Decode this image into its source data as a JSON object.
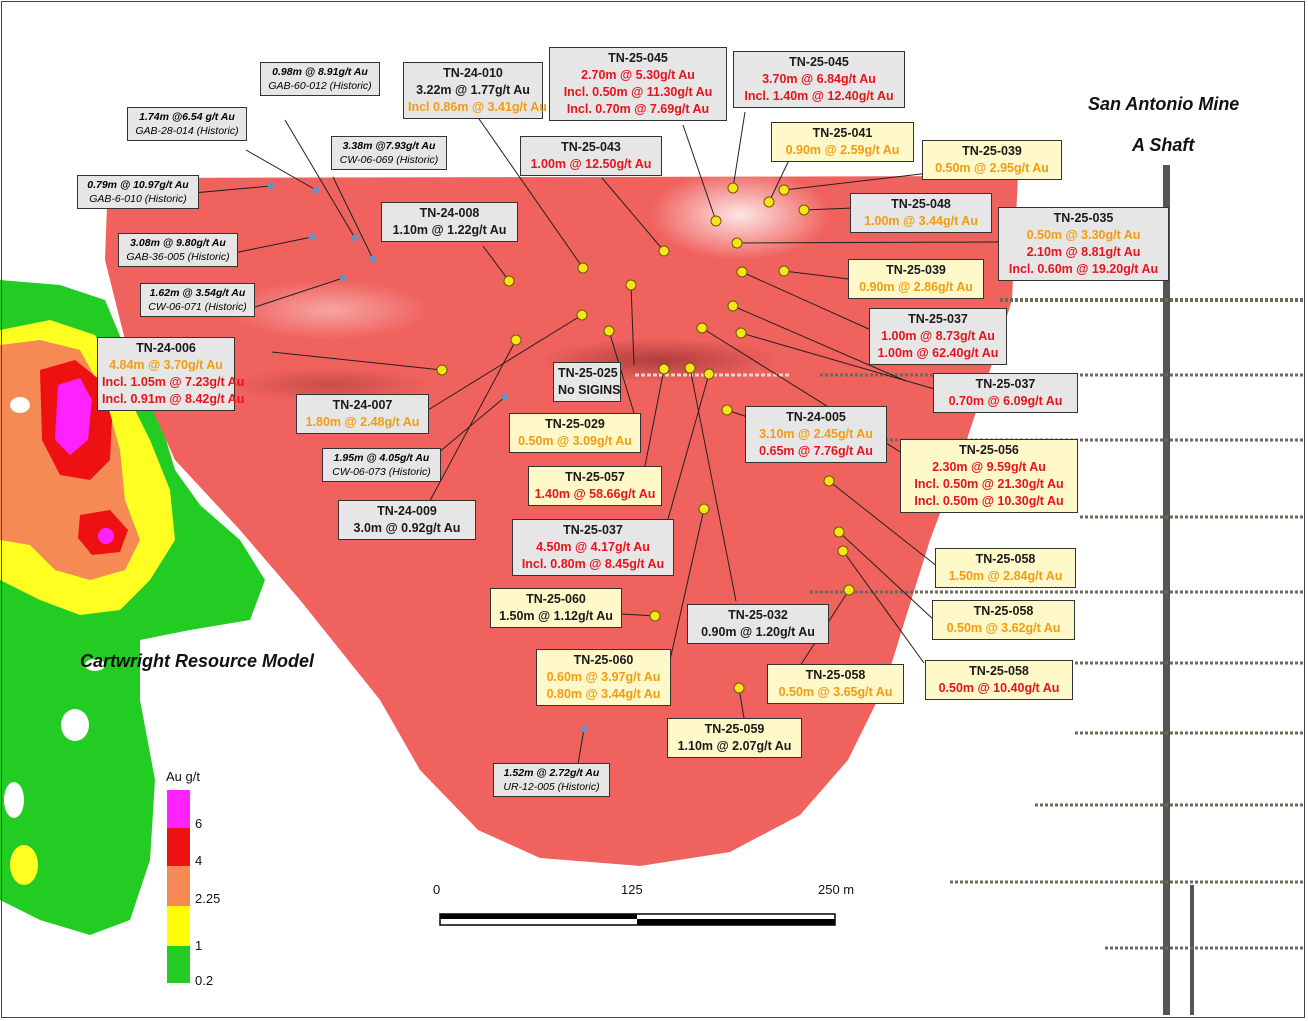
{
  "colors": {
    "shell": "#f0625e",
    "hole_yellow": "#f7e419",
    "hole_blue": "#6a8fc2",
    "label_red": "#e8141b",
    "label_orange": "#f39c12",
    "grey_box": "#e6e6e6",
    "yellow_box": "#fff8c8"
  },
  "titles": {
    "mine_line1": "San Antonio Mine",
    "mine_line2": "A Shaft",
    "resource_model": "Cartwright Resource Model"
  },
  "legend": {
    "title": "Au g/t",
    "stops": [
      {
        "label": "6",
        "color": "#ff22ff"
      },
      {
        "label": "4",
        "color": "#ee1111"
      },
      {
        "label": "2.25",
        "color": "#f68a55"
      },
      {
        "label": "1",
        "color": "#ffff00"
      },
      {
        "label": "0.2",
        "color": "#22cc22"
      }
    ]
  },
  "scale_bar": {
    "ticks": [
      "0",
      "125",
      "250 m"
    ]
  },
  "labels": [
    {
      "style": "hist",
      "lines": [
        {
          "t": "1.74m @6.54 g/t Au"
        },
        {
          "t": "GAB-28-014 (Historic)"
        }
      ]
    },
    {
      "style": "hist",
      "lines": [
        {
          "t": "0.98m @ 8.91g/t Au"
        },
        {
          "t": "GAB-60-012 (Historic)"
        }
      ]
    },
    {
      "style": "grey",
      "lines": [
        {
          "t": "TN-24-010",
          "c": "black"
        },
        {
          "t": "3.22m @ 1.77g/t Au",
          "c": "black"
        },
        {
          "t": "Incl 0.86m @ 3.41g/t Au",
          "c": "orange"
        }
      ]
    },
    {
      "style": "grey",
      "lines": [
        {
          "t": "TN-25-045",
          "c": "black"
        },
        {
          "t": "2.70m @ 5.30g/t Au",
          "c": "red"
        },
        {
          "t": "Incl. 0.50m @ 11.30g/t Au",
          "c": "red"
        },
        {
          "t": "Incl. 0.70m @ 7.69g/t Au",
          "c": "red"
        }
      ]
    },
    {
      "style": "grey",
      "lines": [
        {
          "t": "TN-25-045",
          "c": "black"
        },
        {
          "t": "3.70m @ 6.84g/t Au",
          "c": "red"
        },
        {
          "t": "Incl. 1.40m @ 12.40g/t Au",
          "c": "red"
        }
      ]
    },
    {
      "style": "hist",
      "lines": [
        {
          "t": "3.38m @7.93g/t Au"
        },
        {
          "t": "CW-06-069 (Historic)"
        }
      ]
    },
    {
      "style": "grey",
      "lines": [
        {
          "t": "TN-25-043",
          "c": "black"
        },
        {
          "t": "1.00m @ 12.50g/t Au",
          "c": "red"
        }
      ]
    },
    {
      "style": "yellow",
      "lines": [
        {
          "t": "TN-25-041",
          "c": "black"
        },
        {
          "t": "0.90m @ 2.59g/t Au",
          "c": "orange"
        }
      ]
    },
    {
      "style": "yellow",
      "lines": [
        {
          "t": "TN-25-039",
          "c": "black"
        },
        {
          "t": "0.50m @ 2.95g/t Au",
          "c": "orange"
        }
      ]
    },
    {
      "style": "hist",
      "lines": [
        {
          "t": "0.79m @ 10.97g/t Au"
        },
        {
          "t": "GAB-6-010 (Historic)"
        }
      ]
    },
    {
      "style": "grey",
      "lines": [
        {
          "t": "TN-24-008",
          "c": "black"
        },
        {
          "t": "1.10m @ 1.22g/t Au",
          "c": "black"
        }
      ]
    },
    {
      "style": "grey",
      "lines": [
        {
          "t": "TN-25-048",
          "c": "black"
        },
        {
          "t": "1.00m @ 3.44g/t Au",
          "c": "orange"
        }
      ]
    },
    {
      "style": "grey",
      "lines": [
        {
          "t": "TN-25-035",
          "c": "black"
        },
        {
          "t": "0.50m @ 3.30g/t Au",
          "c": "orange"
        },
        {
          "t": "2.10m @ 8.81g/t Au",
          "c": "red"
        },
        {
          "t": "Incl. 0.60m @ 19.20g/t Au",
          "c": "red"
        }
      ]
    },
    {
      "style": "hist",
      "lines": [
        {
          "t": "3.08m @ 9.80g/t Au"
        },
        {
          "t": "GAB-36-005 (Historic)"
        }
      ]
    },
    {
      "style": "yellow",
      "lines": [
        {
          "t": "TN-25-039",
          "c": "black"
        },
        {
          "t": "0.90m @ 2.86g/t Au",
          "c": "orange"
        }
      ]
    },
    {
      "style": "hist",
      "lines": [
        {
          "t": "1.62m @ 3.54g/t Au"
        },
        {
          "t": "CW-06-071 (Historic)"
        }
      ]
    },
    {
      "style": "grey",
      "lines": [
        {
          "t": "TN-25-037",
          "c": "black"
        },
        {
          "t": "1.00m @ 8.73g/t Au",
          "c": "red"
        },
        {
          "t": "1.00m @ 62.40g/t Au",
          "c": "red"
        }
      ]
    },
    {
      "style": "grey",
      "lines": [
        {
          "t": "TN-24-006",
          "c": "black"
        },
        {
          "t": "4.84m @ 3.70g/t Au",
          "c": "orange"
        },
        {
          "t": "Incl. 1.05m @ 7.23g/t Au",
          "c": "red"
        },
        {
          "t": "Incl. 0.91m @ 8.42g/t Au",
          "c": "red"
        }
      ]
    },
    {
      "style": "grey",
      "lines": [
        {
          "t": "TN-25-025",
          "c": "black"
        },
        {
          "t": "No SIGINS",
          "c": "black"
        }
      ]
    },
    {
      "style": "grey",
      "lines": [
        {
          "t": "TN-25-037",
          "c": "black"
        },
        {
          "t": "0.70m @ 6.09g/t Au",
          "c": "red"
        }
      ]
    },
    {
      "style": "grey",
      "lines": [
        {
          "t": "TN-24-007",
          "c": "black"
        },
        {
          "t": "1.80m @ 2.48g/t Au",
          "c": "orange"
        }
      ]
    },
    {
      "style": "grey",
      "lines": [
        {
          "t": "TN-24-005",
          "c": "black"
        },
        {
          "t": "3.10m @ 2.45g/t Au",
          "c": "orange"
        },
        {
          "t": "0.65m @ 7.76g/t Au",
          "c": "red"
        }
      ]
    },
    {
      "style": "yellow",
      "lines": [
        {
          "t": "TN-25-029",
          "c": "black"
        },
        {
          "t": "0.50m @ 3.09g/t Au",
          "c": "orange"
        }
      ]
    },
    {
      "style": "yellow",
      "lines": [
        {
          "t": "TN-25-056",
          "c": "black"
        },
        {
          "t": "2.30m @ 9.59g/t Au",
          "c": "red"
        },
        {
          "t": "Incl. 0.50m @ 21.30g/t Au",
          "c": "red"
        },
        {
          "t": "Incl. 0.50m @ 10.30g/t Au",
          "c": "red"
        }
      ]
    },
    {
      "style": "hist",
      "lines": [
        {
          "t": "1.95m @ 4.05g/t Au"
        },
        {
          "t": "CW-06-073 (Historic)"
        }
      ]
    },
    {
      "style": "yellow",
      "lines": [
        {
          "t": "TN-25-057",
          "c": "black"
        },
        {
          "t": "1.40m @ 58.66g/t Au",
          "c": "red"
        }
      ]
    },
    {
      "style": "grey",
      "lines": [
        {
          "t": "TN-24-009",
          "c": "black"
        },
        {
          "t": "3.0m @ 0.92g/t Au",
          "c": "black"
        }
      ]
    },
    {
      "style": "grey",
      "lines": [
        {
          "t": "TN-25-037",
          "c": "black"
        },
        {
          "t": "4.50m @ 4.17g/t Au",
          "c": "red"
        },
        {
          "t": "Incl. 0.80m @ 8.45g/t Au",
          "c": "red"
        }
      ]
    },
    {
      "style": "yellow",
      "lines": [
        {
          "t": "TN-25-058",
          "c": "black"
        },
        {
          "t": "1.50m @ 2.84g/t Au",
          "c": "orange"
        }
      ]
    },
    {
      "style": "yellow",
      "lines": [
        {
          "t": "TN-25-060",
          "c": "black"
        },
        {
          "t": "1.50m @ 1.12g/t Au",
          "c": "black"
        }
      ]
    },
    {
      "style": "grey",
      "lines": [
        {
          "t": "TN-25-032",
          "c": "black"
        },
        {
          "t": "0.90m @ 1.20g/t Au",
          "c": "black"
        }
      ]
    },
    {
      "style": "yellow",
      "lines": [
        {
          "t": "TN-25-058",
          "c": "black"
        },
        {
          "t": "0.50m @ 3.62g/t Au",
          "c": "orange"
        }
      ]
    },
    {
      "style": "yellow",
      "lines": [
        {
          "t": "TN-25-060",
          "c": "black"
        },
        {
          "t": "0.60m @ 3.97g/t Au",
          "c": "orange"
        },
        {
          "t": "0.80m @ 3.44g/t Au",
          "c": "orange"
        }
      ]
    },
    {
      "style": "yellow",
      "lines": [
        {
          "t": "TN-25-058",
          "c": "black"
        },
        {
          "t": "0.50m @ 3.65g/t Au",
          "c": "orange"
        }
      ]
    },
    {
      "style": "yellow",
      "lines": [
        {
          "t": "TN-25-058",
          "c": "black"
        },
        {
          "t": "0.50m @ 10.40g/t Au",
          "c": "red"
        }
      ]
    },
    {
      "style": "yellow",
      "lines": [
        {
          "t": "TN-25-059",
          "c": "black"
        },
        {
          "t": "1.10m @ 2.07g/t Au",
          "c": "black"
        }
      ]
    },
    {
      "style": "hist",
      "lines": [
        {
          "t": "1.52m @ 2.72g/t Au"
        },
        {
          "t": "UR-12-005 (Historic)"
        }
      ]
    }
  ]
}
